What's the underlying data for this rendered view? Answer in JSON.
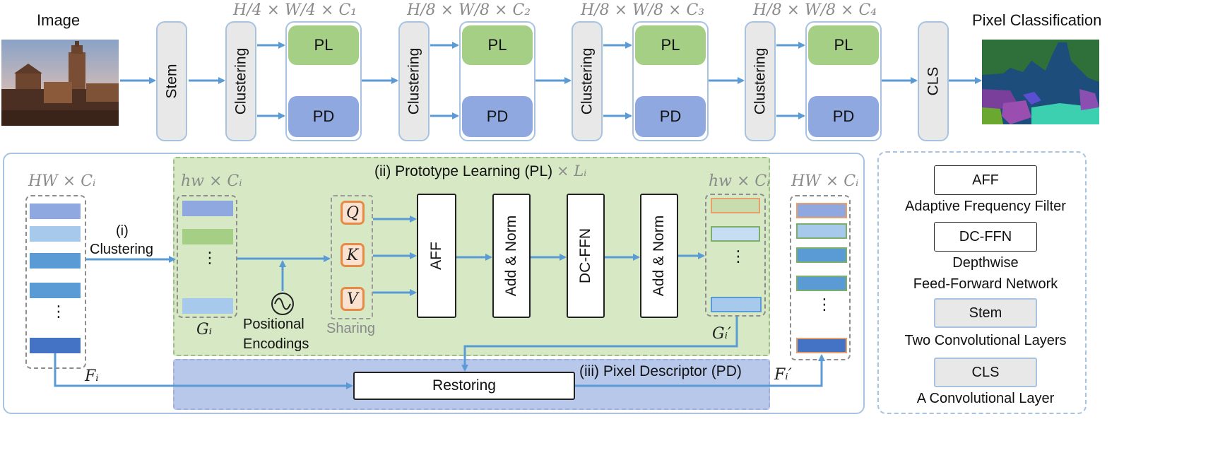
{
  "top": {
    "image_label": "Image",
    "stem": "Stem",
    "clustering": "Clustering",
    "pl": "PL",
    "pd": "PD",
    "cls": "CLS",
    "output_label": "Pixel Classification",
    "dims": [
      "H/4 × W/4 × C₁",
      "H/8 × W/8 × C₂",
      "H/8 × W/8 × C₃",
      "H/8 × W/8 × C₄"
    ]
  },
  "detail": {
    "input_dim": "HW × Cᵢ",
    "clustering_step": "(i)",
    "clustering_word": "Clustering",
    "proto_dim": "hw × Cᵢ",
    "pl_title_main": "(ii) Prototype Learning (PL)",
    "pl_title_times": "× Lᵢ",
    "ellipsis": "⋮",
    "gi_label": "Gᵢ",
    "pos_enc_line1": "Positional",
    "pos_enc_line2": "Encodings",
    "q": "Q",
    "k": "K",
    "v": "V",
    "sharing": "Sharing",
    "aff": "AFF",
    "add_norm": "Add & Norm",
    "dcffn": "DC-FFN",
    "out_proto_dim": "hw × Cᵢ",
    "gi_prime_label": "Gᵢ′",
    "pd_title": "(iii) Pixel Descriptor (PD)",
    "restoring": "Restoring",
    "fi_label": "Fᵢ",
    "fi_prime_label": "Fᵢ′",
    "output_dim": "HW × Cᵢ"
  },
  "legend": [
    {
      "box": "AFF",
      "desc": "Adaptive Frequency Filter"
    },
    {
      "box": "DC-FFN",
      "desc_line1": "Depthwise",
      "desc_line2": "Feed-Forward Network"
    },
    {
      "box": "Stem",
      "desc": "Two Convolutional Layers"
    },
    {
      "box": "CLS",
      "desc": "A Convolutional Layer"
    }
  ],
  "colors": {
    "arrow": "#5b9bd5",
    "pl_fill": "#a4cf85",
    "pd_fill": "#8fa8e0",
    "pl_panel": "#d6e8c4",
    "pd_panel": "#b8c8ea",
    "qkv_border": "#e88a43",
    "qkv_fill": "#fbe1d0"
  }
}
